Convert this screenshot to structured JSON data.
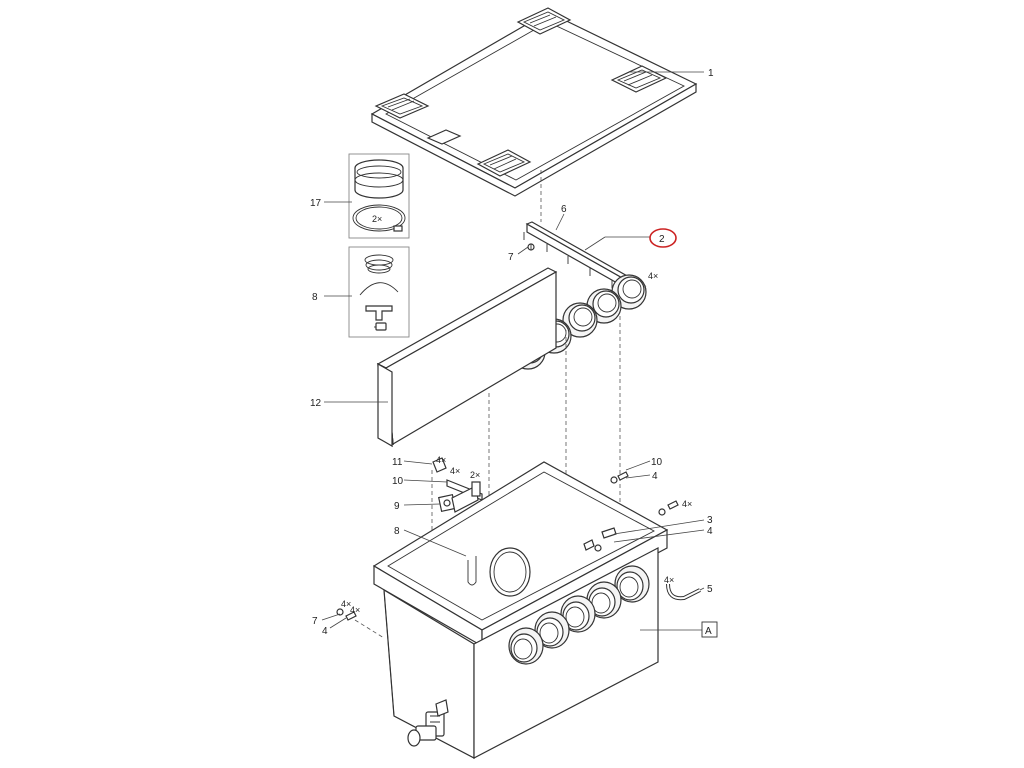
{
  "callouts": {
    "c1": "1",
    "c2": "2",
    "c3": "3",
    "c4a": "4",
    "c4b": "4",
    "c4c": "4",
    "c5": "5",
    "c6": "6",
    "c7a": "7",
    "c7b": "7",
    "c8a": "8",
    "c8b": "8",
    "c9": "9",
    "c10a": "10",
    "c10b": "10",
    "c11": "11",
    "c12": "12",
    "c17": "17",
    "cA": "A"
  },
  "quantities": {
    "q_clamp": "2×",
    "q_manifold": "4×",
    "q_11": "4×",
    "q_10": "4×",
    "q_9": "2×",
    "q_right_screw": "4×",
    "q_5": "4×",
    "q_7a": "4×",
    "q_7b": "4×"
  },
  "highlight_color": "#cc2222"
}
